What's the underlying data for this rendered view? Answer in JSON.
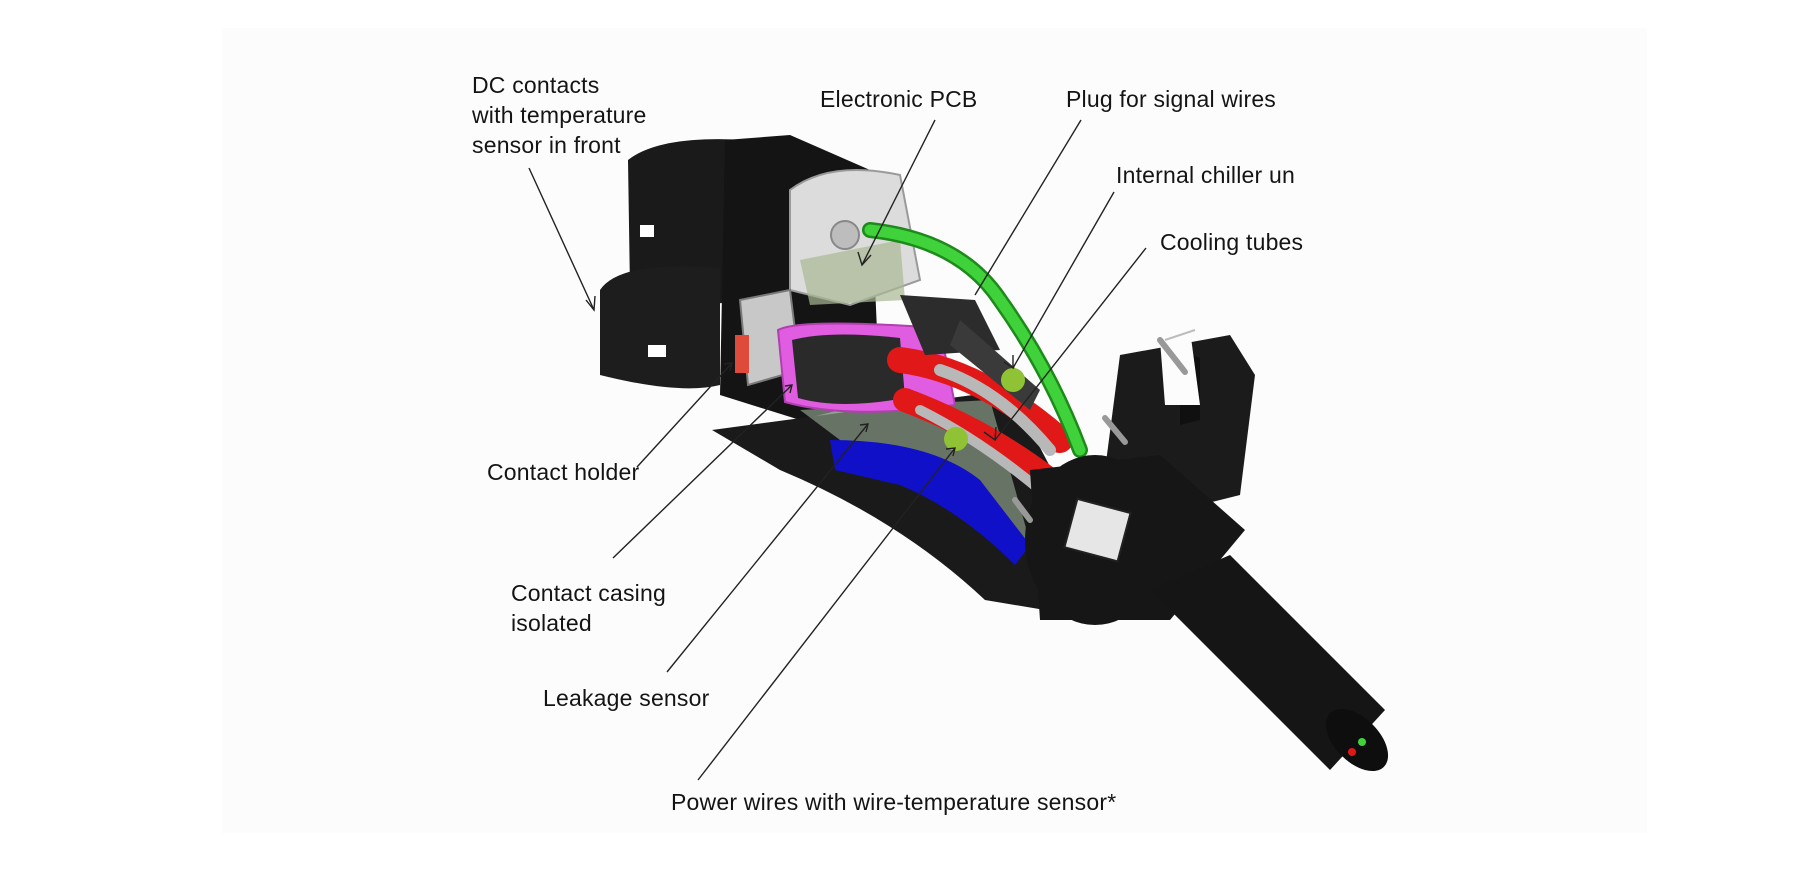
{
  "diagram": {
    "labels": {
      "dc_contacts": [
        "DC contacts",
        "with temperature",
        "sensor in front"
      ],
      "electronic_pcb": "Electronic PCB",
      "plug_signal": "Plug for signal wires",
      "chiller": "Internal chiller un",
      "cooling_tubes": "Cooling tubes",
      "contact_holder": "Contact holder",
      "contact_casing": [
        "Contact casing",
        "isolated"
      ],
      "leakage_sensor": "Leakage sensor",
      "power_wires": "Power wires with wire-temperature sensor*"
    },
    "colors": {
      "housing": "#1c1c1c",
      "signal_wire": "#3fd23a",
      "power_wire": "#e01818",
      "contact_casing": "#e05ce0",
      "leakage_channel": "#1010c8",
      "sensor_dot": "#8fc234",
      "pcb": "#d8d8d8"
    }
  }
}
